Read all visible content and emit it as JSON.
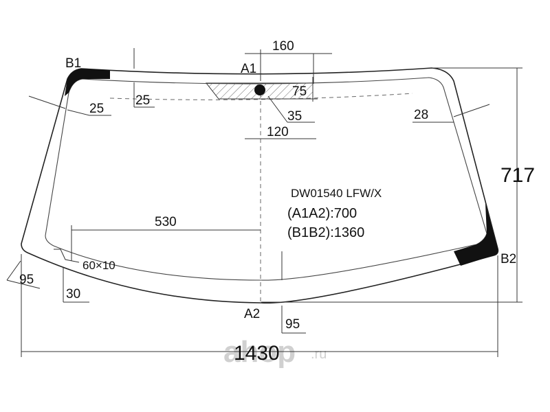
{
  "part_code": "DW01540 LFW/X",
  "spec_a": "(A1A2):700",
  "spec_b": "(B1B2):1360",
  "points": {
    "a1": "A1",
    "a2": "A2",
    "b1": "B1",
    "b2": "B2"
  },
  "dimensions": {
    "width": "1430",
    "height": "717",
    "top_width": "160",
    "sensor_height": "75",
    "sensor_offset": "35",
    "center_offset": "120",
    "left_offset": "530",
    "band_top_left": "25",
    "band_side_left": "25",
    "band_right": "28",
    "bottom_left_corner": "95",
    "bottom_left_step": "30",
    "bottom_center": "95",
    "vin_window": "60×10"
  },
  "watermark": {
    "brand": "ahop",
    "domain": ".ru"
  },
  "colors": {
    "line": "#222222",
    "fill_black": "#111111",
    "watermark": "#d0d0d0"
  }
}
